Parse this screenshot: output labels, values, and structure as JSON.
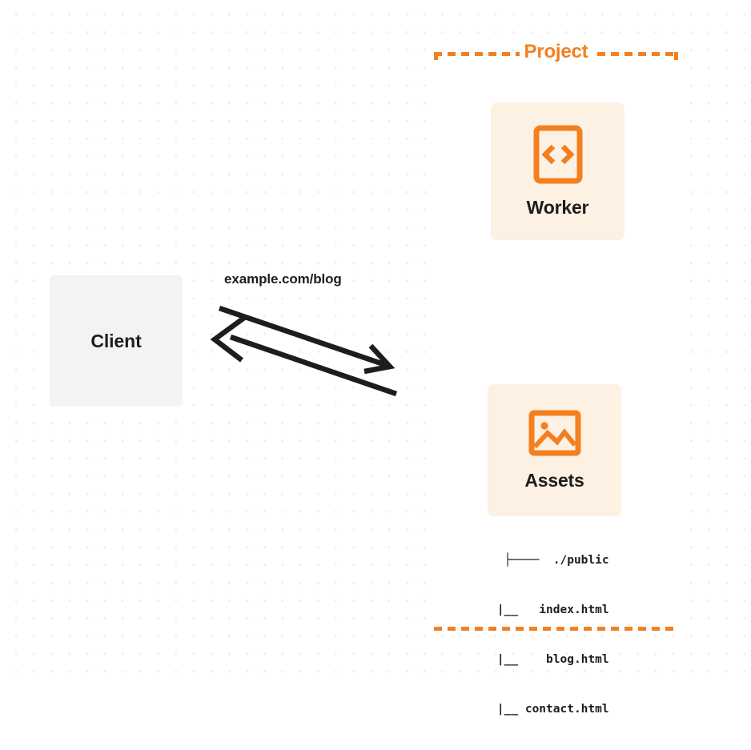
{
  "diagram": {
    "type": "architecture-flow",
    "background": {
      "style": "dot-grid",
      "dot_color": "#e9eaec",
      "page_color": "#ffffff"
    },
    "colors": {
      "accent_orange": "#f38020",
      "card_cream": "#fdf1e4",
      "client_gray": "#f2f3f4",
      "text_dark": "#1d1d1b"
    }
  },
  "client": {
    "label": "Client",
    "icon": "none"
  },
  "connection": {
    "label": "example.com/blog",
    "request_arrow": {
      "direction": "client-to-project",
      "head": "right"
    },
    "response_arrow": {
      "direction": "project-to-client",
      "head": "left"
    },
    "stroke_color": "#1d1d1b"
  },
  "project": {
    "title": "Project",
    "border_style": "dashed",
    "nodes": [
      {
        "id": "worker",
        "label": "Worker",
        "icon": "code-file-icon"
      },
      {
        "id": "assets",
        "label": "Assets",
        "icon": "image-icon"
      }
    ],
    "file_tree": {
      "lines": [
        "├────  ./public",
        "    |__   index.html",
        "    |__    blog.html",
        "    |__ contact.html"
      ]
    }
  }
}
